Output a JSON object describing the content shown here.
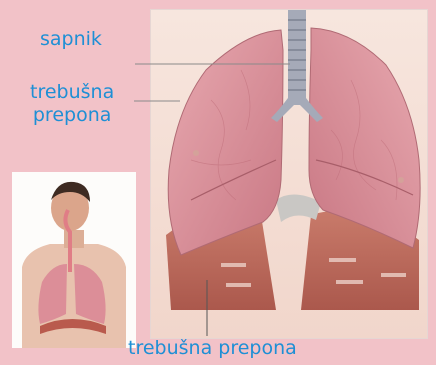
{
  "labels": {
    "sapnik": "sapnik",
    "trebusna_line1": "trebušna",
    "trebusna_line2": "prepona",
    "bottom": "trebušna prepona"
  },
  "colors": {
    "background": "#f2c2c8",
    "label": "#1e8fd5",
    "lung": "#d98e96",
    "muscle": "#b85b4f",
    "trachea": "#9a9fb0"
  }
}
